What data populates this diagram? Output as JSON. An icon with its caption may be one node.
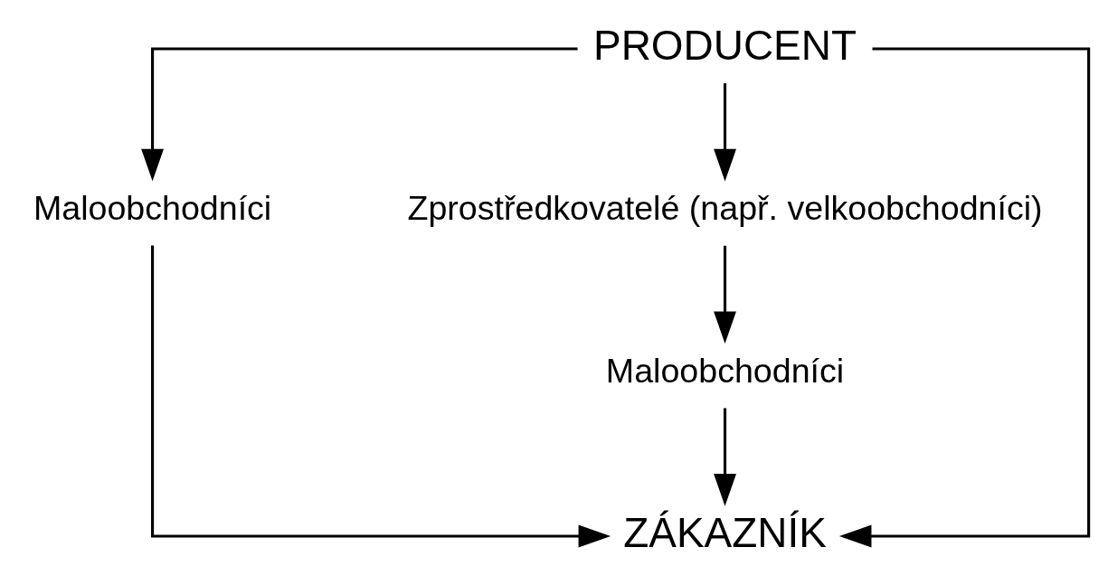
{
  "diagram": {
    "nodes": [
      {
        "text": [
          "PRODUCENT"
        ]
      },
      {
        "text": [
          "Maloobchodníci"
        ]
      },
      {
        "text": [
          "Zprostředkovatelé (např. velkoobchodníci)"
        ]
      },
      {
        "text": [
          "Maloobchodníci"
        ]
      },
      {
        "text": [
          "ZÁKAZNÍK"
        ]
      }
    ],
    "edges": [
      {
        "from": 0,
        "to": 4,
        "arrow": "to"
      },
      {
        "from": 0,
        "to": 1,
        "arrow": "to"
      },
      {
        "from": 0,
        "to": 2,
        "arrow": "to"
      },
      {
        "from": 1,
        "to": 4,
        "arrow": "to"
      },
      {
        "from": 2,
        "to": 3,
        "arrow": "to"
      },
      {
        "from": 3,
        "to": 4,
        "arrow": "to"
      }
    ]
  }
}
